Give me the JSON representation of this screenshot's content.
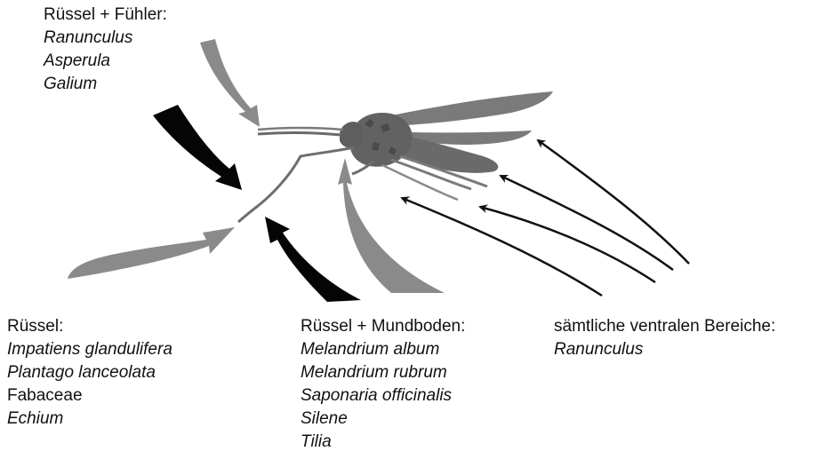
{
  "colors": {
    "insect": "#6e6e6e",
    "gray_arrow": "#8a8a8a",
    "black_arrow": "#050505",
    "line_arrow": "#111111",
    "text": "#111111"
  },
  "blocks": {
    "top": {
      "heading": "Rüssel  + Fühler:",
      "items": [
        {
          "text": "Ranunculus",
          "italic": true
        },
        {
          "text": "Asperula",
          "italic": true
        },
        {
          "text": "Galium",
          "italic": true
        }
      ]
    },
    "left": {
      "heading": "Rüssel:",
      "items": [
        {
          "text": "Impatiens glandulifera",
          "italic": true
        },
        {
          "text": "Plantago lanceolata",
          "italic": true
        },
        {
          "text": "Fabaceae",
          "italic": false
        },
        {
          "text": "Echium",
          "italic": true
        }
      ]
    },
    "mid": {
      "heading": "Rüssel + Mundboden:",
      "items": [
        {
          "text": "Melandrium album",
          "italic": true
        },
        {
          "text": "Melandrium rubrum",
          "italic": true
        },
        {
          "text": "Saponaria officinalis",
          "italic": true
        },
        {
          "text": "Silene",
          "italic": true
        },
        {
          "text": "Tilia",
          "italic": true
        }
      ]
    },
    "right": {
      "heading": "sämtliche ventralen Bereiche:",
      "items": [
        {
          "text": "Ranunculus",
          "italic": true
        }
      ]
    }
  }
}
